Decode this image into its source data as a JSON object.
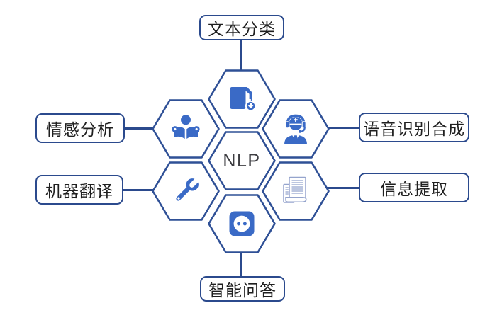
{
  "diagram": {
    "title_hint": "NLP application areas hexagon diagram",
    "center_label": "NLP",
    "nodes": [
      {
        "id": "text-classification",
        "label": "文本分类",
        "icon": "document-download-icon",
        "position": "top"
      },
      {
        "id": "sentiment-analysis",
        "label": "情感分析",
        "icon": "person-reading-icon",
        "position": "top-left"
      },
      {
        "id": "speech-recognition",
        "label": "语音识别合成",
        "icon": "headset-agent-icon",
        "position": "top-right"
      },
      {
        "id": "machine-translation",
        "label": "机器翻译",
        "icon": "wrench-icon",
        "position": "bottom-left"
      },
      {
        "id": "information-extraction",
        "label": "信息提取",
        "icon": "documents-icon",
        "position": "bottom-right"
      },
      {
        "id": "intelligent-qa",
        "label": "智能问答",
        "icon": "robot-face-icon",
        "position": "bottom"
      }
    ]
  },
  "colors": {
    "background": "#ffffff",
    "outline": "#2f5096",
    "labelborder": "#2b4a8d",
    "connector": "#2b4a8d",
    "icon": "#3a6ac6",
    "docicon": "#95a4cd",
    "labeltext": "#1f1f1f",
    "nlptext": "#3e3e42"
  }
}
